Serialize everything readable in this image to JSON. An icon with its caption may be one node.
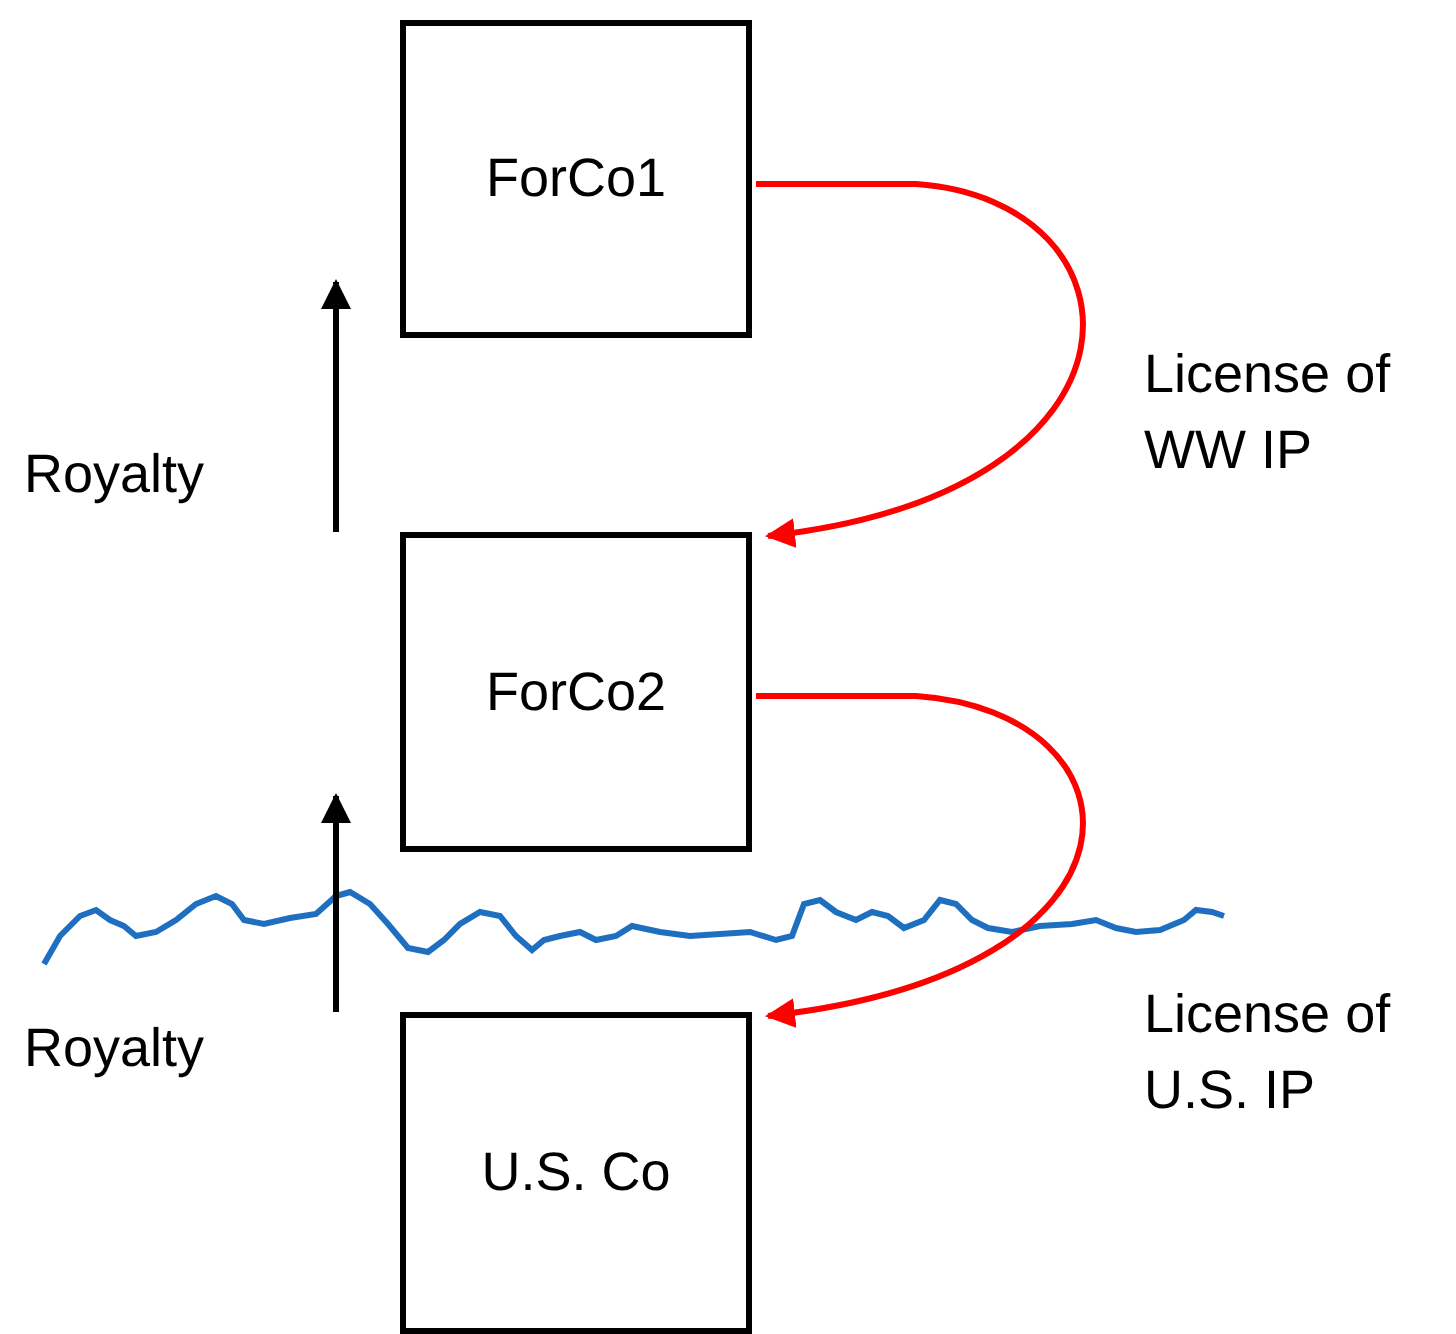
{
  "diagram": {
    "nodes": [
      {
        "text": [
          "ForCo1"
        ]
      },
      {
        "text": [
          "ForCo2"
        ]
      },
      {
        "text": [
          "U.S. Co"
        ]
      }
    ],
    "edges": [
      {
        "from": 0,
        "to": 1,
        "arrow": "to",
        "label": "License of WW IP",
        "color": "#ff0000"
      },
      {
        "from": 1,
        "to": 2,
        "arrow": "to",
        "label": "License of U.S. IP",
        "color": "#ff0000"
      },
      {
        "from": 1,
        "to": 0,
        "arrow": "to",
        "label": "Royalty",
        "color": "#000000"
      },
      {
        "from": 2,
        "to": 1,
        "arrow": "to",
        "label": "Royalty",
        "color": "#000000"
      }
    ]
  }
}
